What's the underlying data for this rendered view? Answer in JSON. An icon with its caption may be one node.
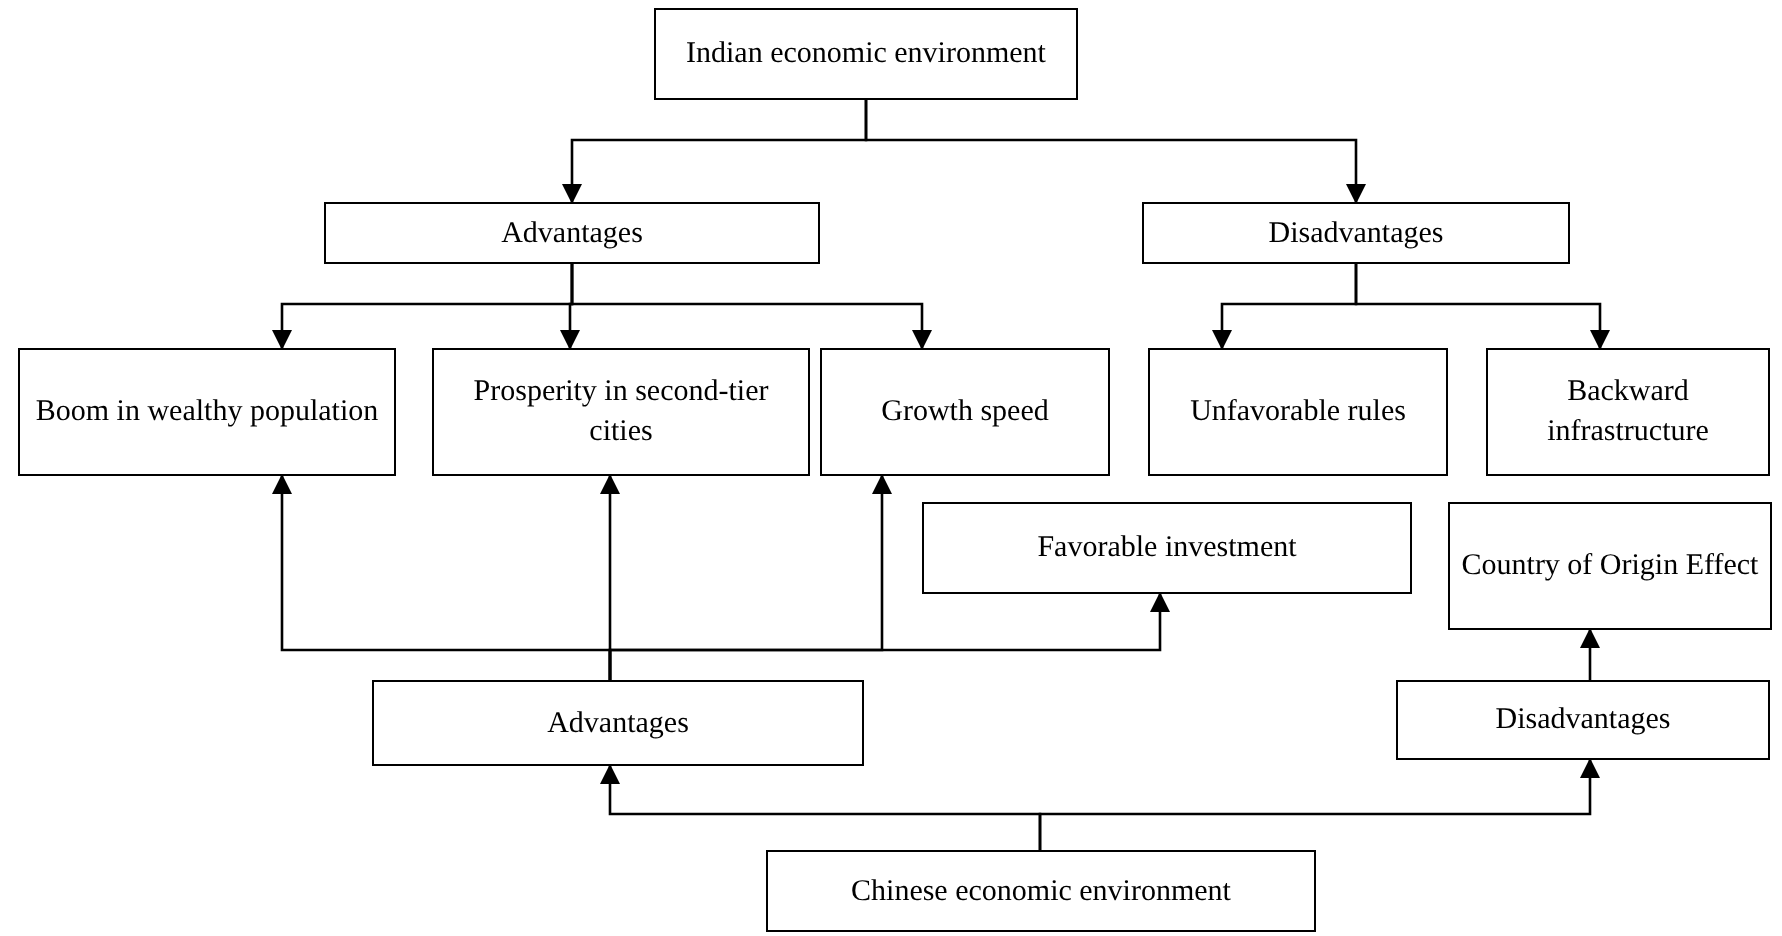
{
  "diagram": {
    "nodes": [
      {
        "text": [
          "Indian economic environment"
        ]
      },
      {
        "text": [
          "Advantages"
        ]
      },
      {
        "text": [
          "Disadvantages"
        ]
      },
      {
        "text": [
          "Boom in wealthy population"
        ]
      },
      {
        "text": [
          "Prosperity in second-tier cities"
        ]
      },
      {
        "text": [
          "Growth speed"
        ]
      },
      {
        "text": [
          "Unfavorable rules"
        ]
      },
      {
        "text": [
          "Backward infrastructure"
        ]
      },
      {
        "text": [
          "Favorable investment"
        ]
      },
      {
        "text": [
          "Country of Origin Effect"
        ]
      },
      {
        "text": [
          "Advantages"
        ]
      },
      {
        "text": [
          "Disadvantages"
        ]
      },
      {
        "text": [
          "Chinese economic environment"
        ]
      }
    ],
    "edges": [
      {
        "from": 0,
        "to": 1,
        "arrow": "to"
      },
      {
        "from": 0,
        "to": 2,
        "arrow": "to"
      },
      {
        "from": 1,
        "to": 3,
        "arrow": "to"
      },
      {
        "from": 1,
        "to": 4,
        "arrow": "to"
      },
      {
        "from": 1,
        "to": 5,
        "arrow": "to"
      },
      {
        "from": 2,
        "to": 6,
        "arrow": "to"
      },
      {
        "from": 2,
        "to": 7,
        "arrow": "to"
      },
      {
        "from": 10,
        "to": 3,
        "arrow": "to"
      },
      {
        "from": 10,
        "to": 4,
        "arrow": "to"
      },
      {
        "from": 10,
        "to": 5,
        "arrow": "to"
      },
      {
        "from": 10,
        "to": 8,
        "arrow": "to"
      },
      {
        "from": 11,
        "to": 9,
        "arrow": "to"
      },
      {
        "from": 12,
        "to": 10,
        "arrow": "to"
      },
      {
        "from": 12,
        "to": 11,
        "arrow": "to"
      }
    ]
  }
}
